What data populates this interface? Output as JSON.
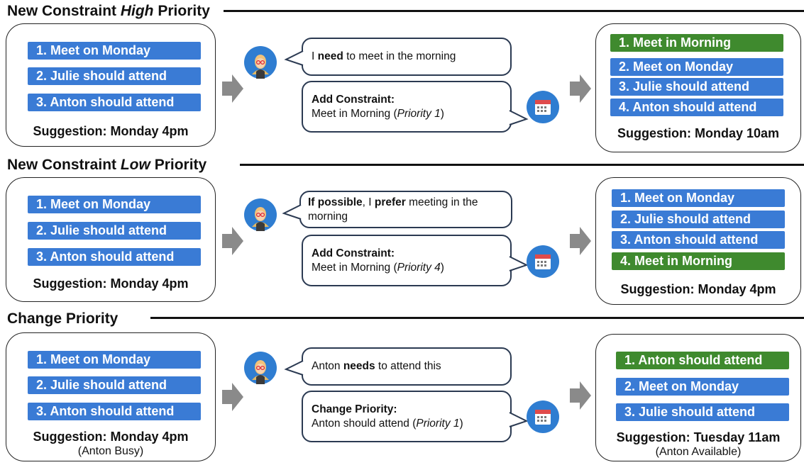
{
  "sections": [
    {
      "title_pre": "New Constraint ",
      "title_em": "High",
      "title_post": " Priority",
      "before": {
        "items": [
          "1. Meet on Monday",
          "2. Julie should attend",
          "3. Anton should attend"
        ],
        "suggestion": "Suggestion: Monday 4pm",
        "note": ""
      },
      "user_message": {
        "pre": "I ",
        "bold": "need",
        "post": " to meet in the morning",
        "bold2": "",
        "post2": ""
      },
      "system_message": {
        "label": "Add Constraint:",
        "text_pre": "Meet in Morning (",
        "text_em": "Priority 1",
        "text_post": ")"
      },
      "after": {
        "items": [
          "1. Meet in Morning",
          "2. Meet on Monday",
          "3. Julie should attend",
          "4. Anton should attend"
        ],
        "item_colors": [
          "green",
          "blue",
          "blue",
          "blue"
        ],
        "suggestion": "Suggestion: Monday 10am",
        "note": ""
      }
    },
    {
      "title_pre": "New Constraint ",
      "title_em": "Low",
      "title_post": " Priority",
      "before": {
        "items": [
          "1. Meet on Monday",
          "2. Julie should attend",
          "3. Anton should attend"
        ],
        "suggestion": "Suggestion: Monday 4pm",
        "note": ""
      },
      "user_message": {
        "pre": "",
        "bold": "If possible",
        "post": ", I ",
        "bold2": "prefer",
        "post2": " meeting in the morning"
      },
      "system_message": {
        "label": "Add Constraint:",
        "text_pre": "Meet in Morning (",
        "text_em": "Priority 4",
        "text_post": ")"
      },
      "after": {
        "items": [
          "1. Meet on Monday",
          "2. Julie should attend",
          "3. Anton should attend",
          "4. Meet in Morning"
        ],
        "item_colors": [
          "blue",
          "blue",
          "blue",
          "green"
        ],
        "suggestion": "Suggestion: Monday 4pm",
        "note": ""
      }
    },
    {
      "title_pre": "Change Priority",
      "title_em": "",
      "title_post": "",
      "before": {
        "items": [
          "1. Meet on Monday",
          "2. Julie should attend",
          "3. Anton should attend"
        ],
        "suggestion": "Suggestion: Monday 4pm",
        "note": "(Anton Busy)"
      },
      "user_message": {
        "pre": "Anton ",
        "bold": "needs",
        "post": " to attend this",
        "bold2": "",
        "post2": ""
      },
      "system_message": {
        "label": "Change Priority:",
        "text_pre": "Anton should attend (",
        "text_em": "Priority 1",
        "text_post": ")"
      },
      "after": {
        "items": [
          "1. Anton should attend",
          "2. Meet on Monday",
          "3. Julie should attend"
        ],
        "item_colors": [
          "green",
          "blue",
          "blue"
        ],
        "suggestion": "Suggestion: Tuesday 11am",
        "note": "(Anton Available)"
      }
    }
  ],
  "colors": {
    "blue": "#3a7bd5",
    "green": "#3f8a2e",
    "arrow": "#8a8a8a",
    "bubble_border": "#2b3a52"
  },
  "icons": {
    "user": "user-avatar-icon",
    "system": "calendar-icon",
    "flow": "arrow-right-icon"
  }
}
